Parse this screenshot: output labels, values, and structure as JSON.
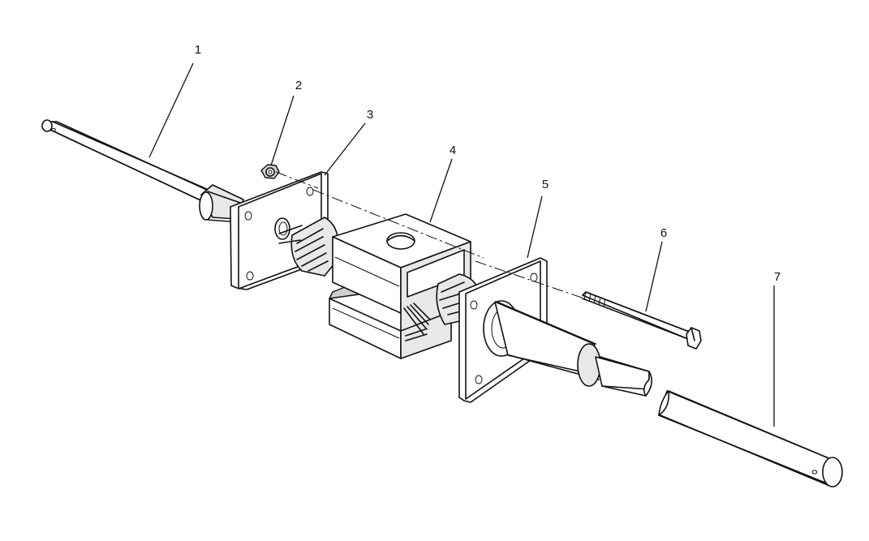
{
  "callouts": [
    {
      "id": "part-1",
      "label": "1"
    },
    {
      "id": "part-2",
      "label": "2"
    },
    {
      "id": "part-3",
      "label": "3"
    },
    {
      "id": "part-4",
      "label": "4"
    },
    {
      "id": "part-5",
      "label": "5"
    },
    {
      "id": "part-6",
      "label": "6"
    },
    {
      "id": "part-7",
      "label": "7"
    }
  ],
  "colors": {
    "line": "#111111",
    "background": "#ffffff",
    "shade": "#e8e8e8"
  }
}
